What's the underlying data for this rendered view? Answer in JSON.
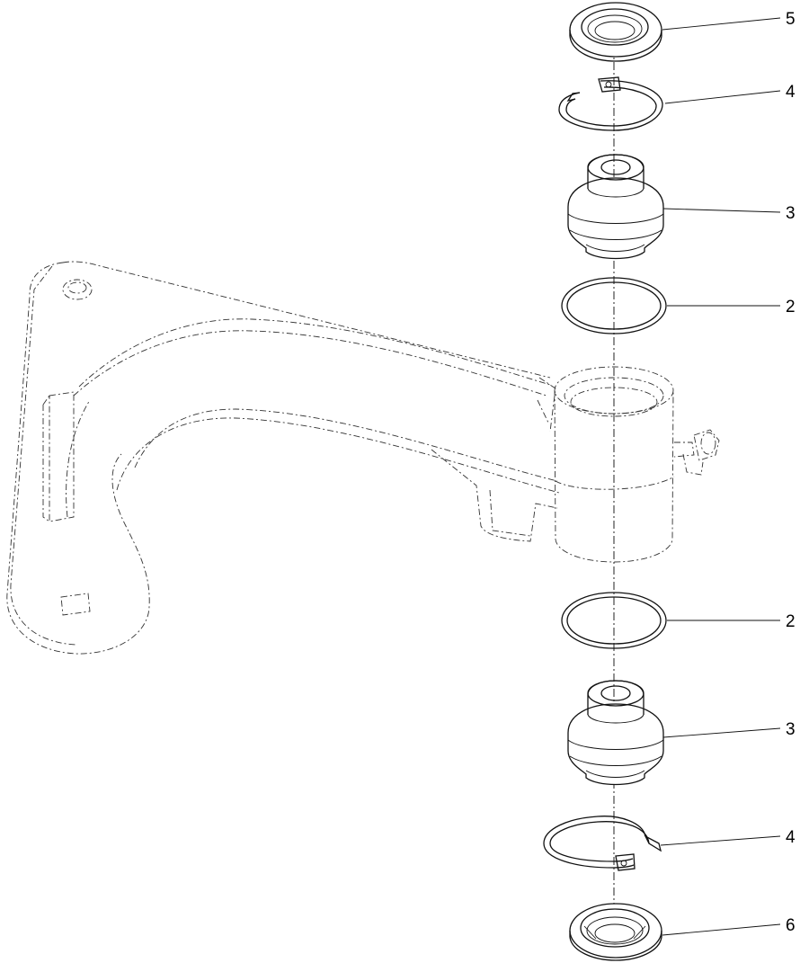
{
  "diagram": {
    "callouts": [
      {
        "id": "c5",
        "label": "5"
      },
      {
        "id": "c4a",
        "label": "4"
      },
      {
        "id": "c3a",
        "label": "3"
      },
      {
        "id": "c2a",
        "label": "2"
      },
      {
        "id": "c2b",
        "label": "2"
      },
      {
        "id": "c3b",
        "label": "3"
      },
      {
        "id": "c4b",
        "label": "4"
      },
      {
        "id": "c6",
        "label": "6"
      }
    ]
  }
}
